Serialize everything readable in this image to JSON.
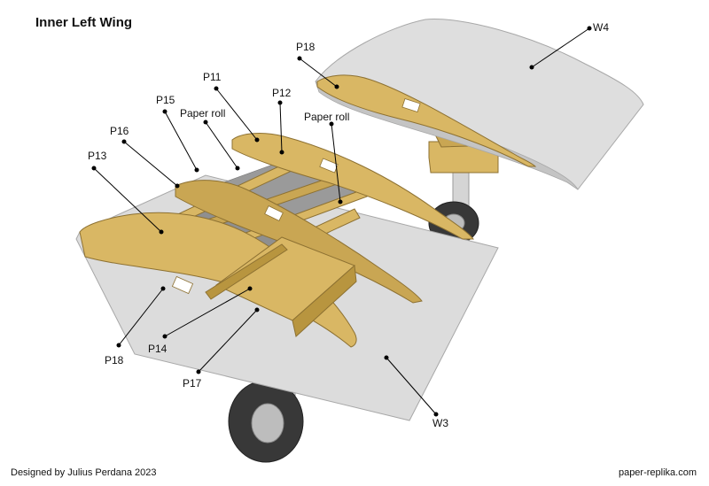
{
  "title": "Inner Left Wing",
  "credit": "Designed by Julius Perdana 2023",
  "website": "paper-replika.com",
  "labels": {
    "w4": "W4",
    "p18_right": "P18",
    "p11": "P11",
    "p12": "P12",
    "p15": "P15",
    "paper_roll_left": "Paper roll",
    "paper_roll_right": "Paper roll",
    "p16": "P16",
    "p13": "P13",
    "p18_left": "P18",
    "p14": "P14",
    "p17": "P17",
    "w3": "W3"
  },
  "colors": {
    "balsa": "#d9b764",
    "balsa_dark": "#b8953f",
    "skin": "#dcdcdc",
    "skin_shade": "#c4c4c4",
    "tire": "#3a3a3a",
    "hub": "#e2e2e2",
    "strut": "#d4d4d4",
    "leader": "#000000"
  }
}
